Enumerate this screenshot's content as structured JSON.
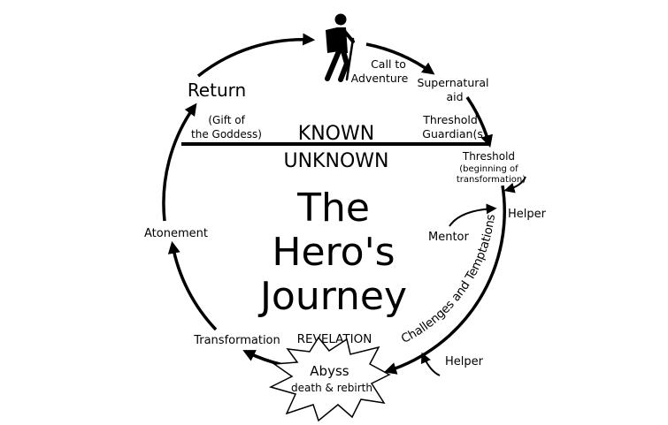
{
  "title_lines": [
    "The",
    "Hero's",
    "Journey"
  ],
  "divider": {
    "above": "KNOWN",
    "below": "UNKNOWN"
  },
  "stages": {
    "call_to_adventure": [
      "Call to",
      "Adventure"
    ],
    "supernatural_aid": [
      "Supernatural",
      "aid"
    ],
    "threshold_guardians": [
      "Threshold",
      "Guardian(s)"
    ],
    "threshold": [
      "Threshold",
      "(beginning of",
      "transformation)"
    ],
    "helper_top": "Helper",
    "mentor": "Mentor",
    "challenges": "Challenges and Temptations",
    "helper_bottom": "Helper",
    "revelation": "REVELATION",
    "abyss": [
      "Abyss",
      "death & rebirth"
    ],
    "transformation": "Transformation",
    "atonement": "Atonement",
    "return": "Return",
    "gift": [
      "(Gift of",
      "the Goddess)"
    ]
  },
  "icons": {
    "hero": "hiker-icon"
  },
  "colors": {
    "ink": "#000000",
    "background": "#ffffff"
  }
}
